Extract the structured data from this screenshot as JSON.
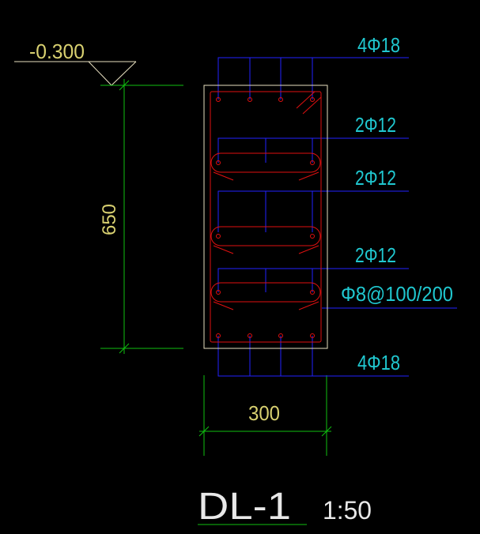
{
  "elevation": {
    "label": "-0.300"
  },
  "dimensions": {
    "height": "650",
    "width": "300"
  },
  "rebar_callouts": {
    "top_main": "4Φ18",
    "waist_upper": "2Φ12",
    "waist_middle": "2Φ12",
    "waist_lower": "2Φ12",
    "stirrup": "Φ8@100/200",
    "bottom_main": "4Φ18"
  },
  "title": {
    "name": "DL-1",
    "scale": "1:50"
  },
  "colors": {
    "background": "#000000",
    "leader": "#2222ff",
    "rebar": "#e01010",
    "outline": "#e8e0c0",
    "dimension": "#10c010",
    "cyan_text": "#20c8d0",
    "yellow_text": "#d8d070",
    "title_text": "#e8e8e8"
  }
}
